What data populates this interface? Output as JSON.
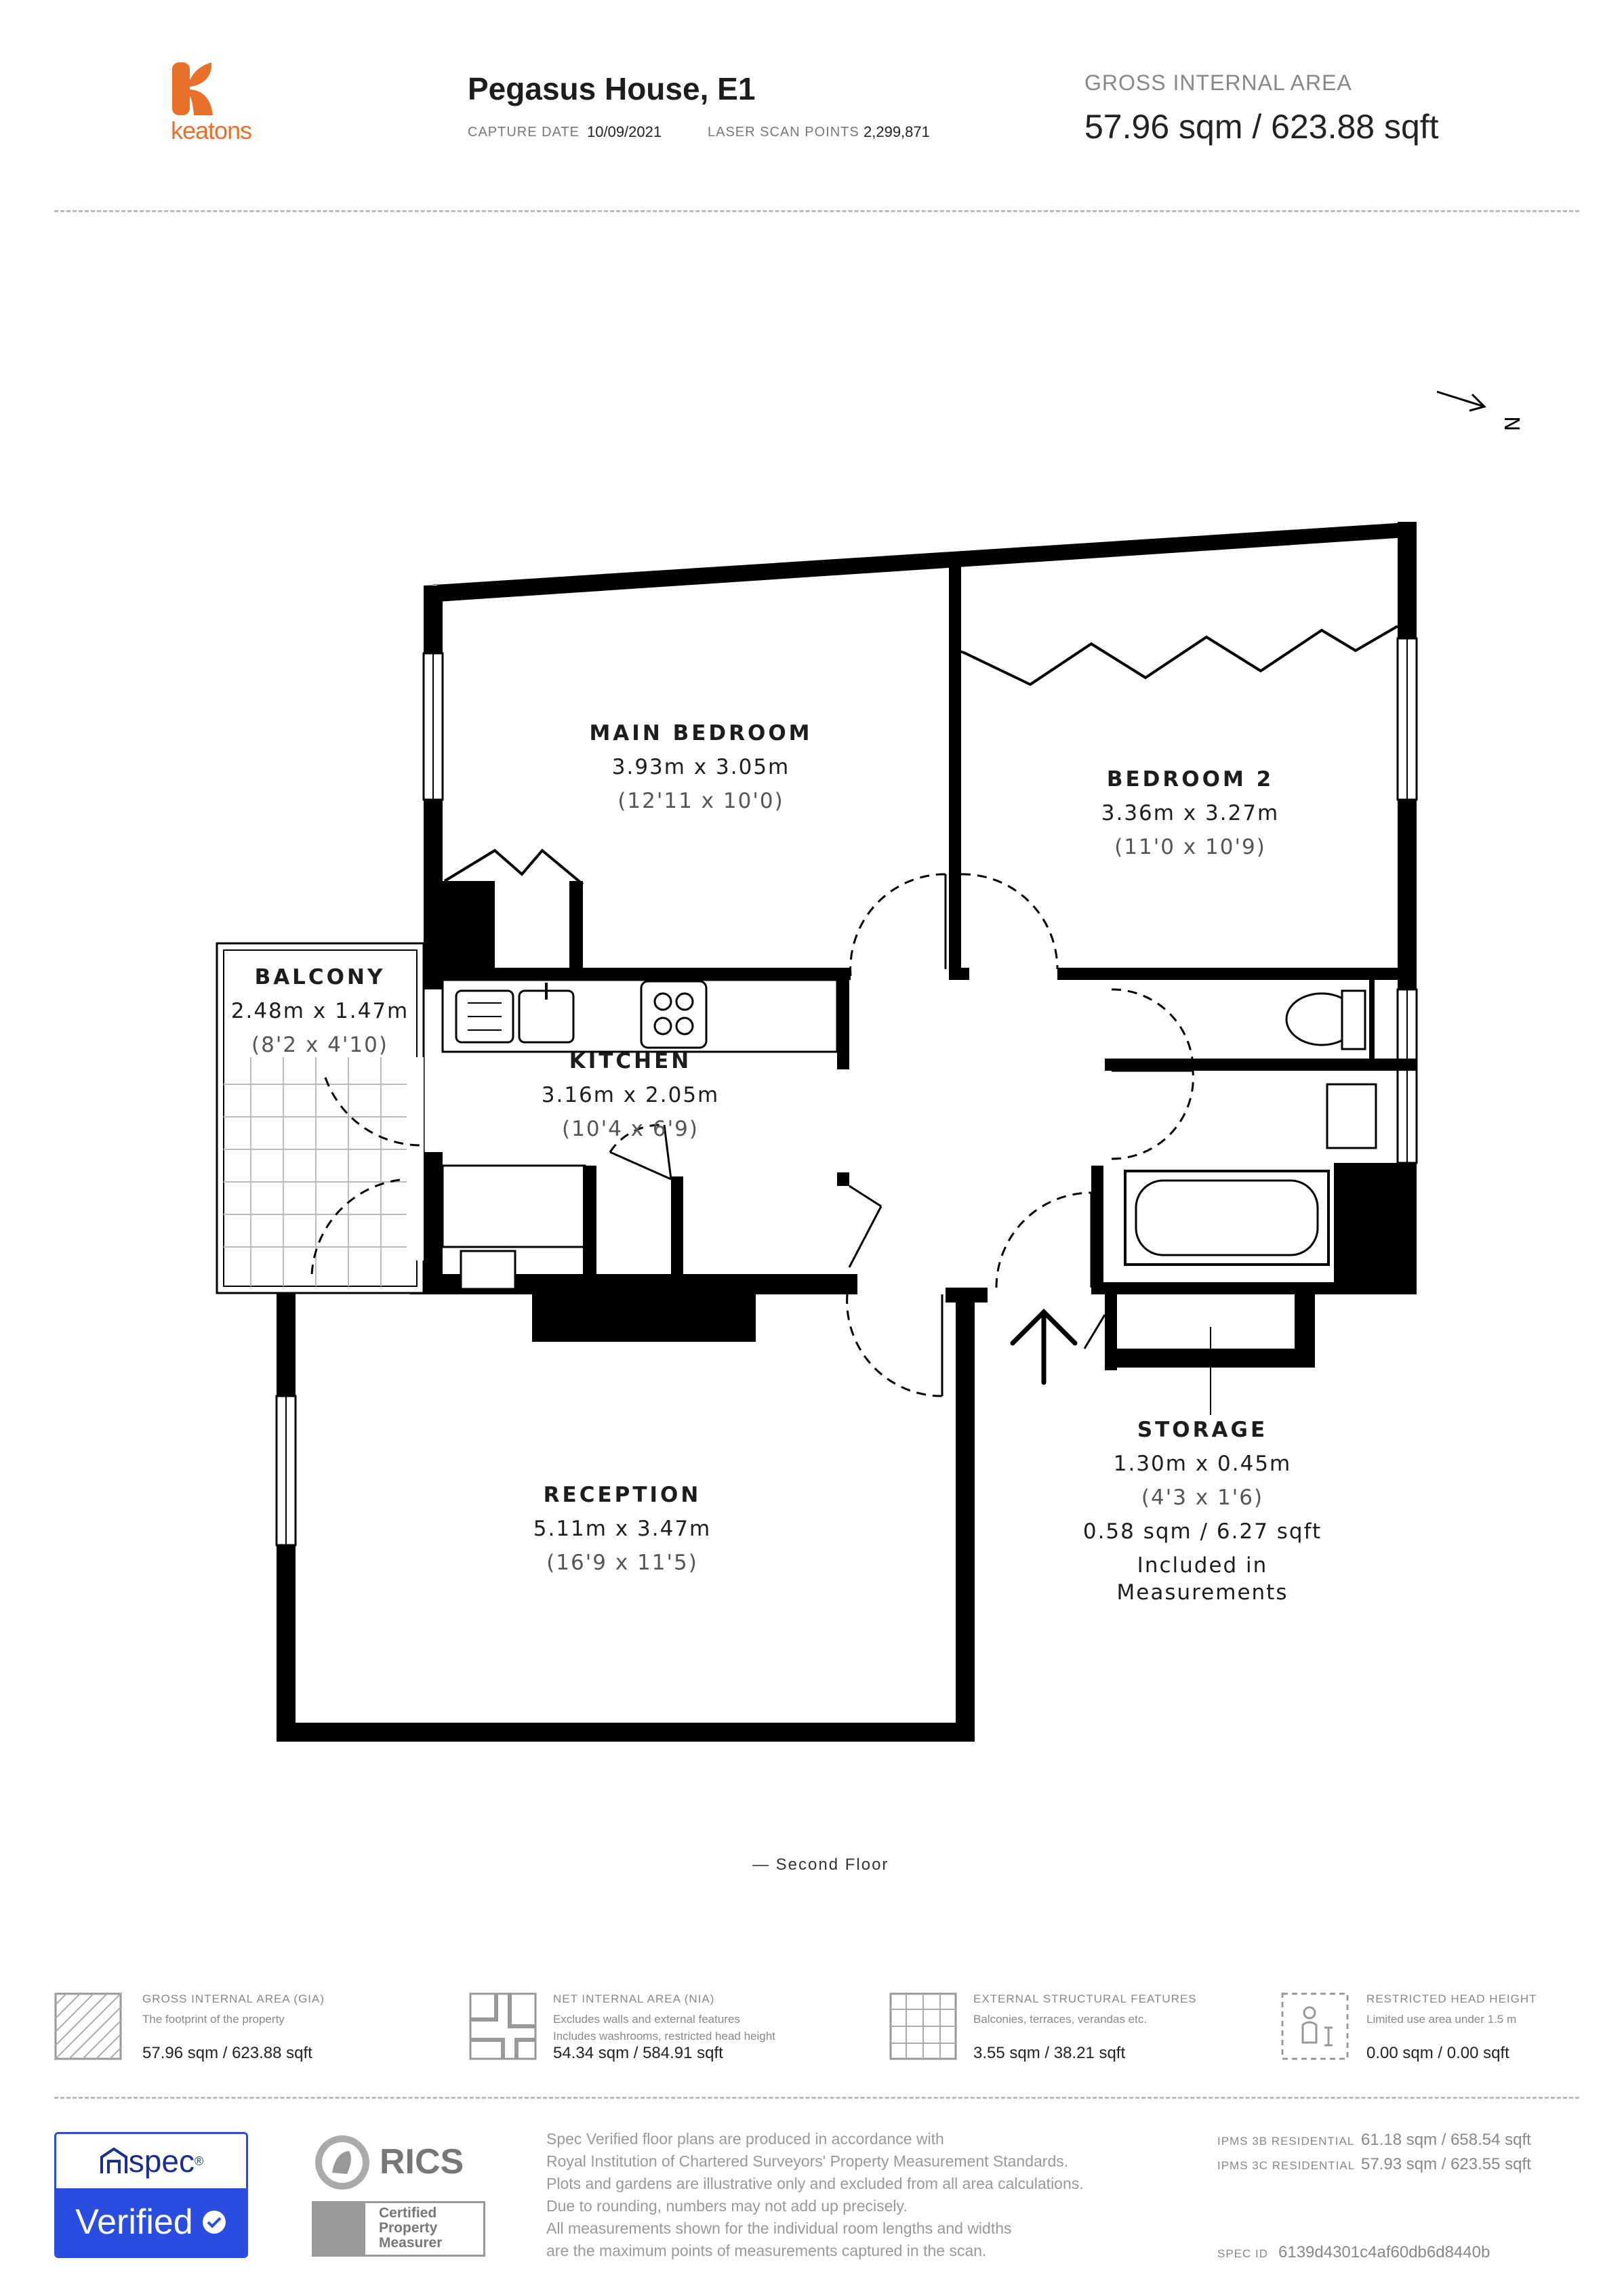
{
  "brand": {
    "name": "keatons",
    "color": "#e8702a"
  },
  "header": {
    "address": "Pegasus House, E1",
    "capture_date_label": "CAPTURE DATE",
    "capture_date": "10/09/2021",
    "laser_label": "LASER SCAN POINTS",
    "laser_points": "2,299,871",
    "gia_label": "GROSS INTERNAL AREA",
    "gia_value": "57.96 sqm / 623.88 sqft"
  },
  "north_label": "N",
  "rooms": {
    "main_bedroom": {
      "name": "MAIN BEDROOM",
      "dims": "3.93m x 3.05m",
      "imperial": "(12'11 x 10'0)"
    },
    "bedroom2": {
      "name": "BEDROOM 2",
      "dims": "3.36m x 3.27m",
      "imperial": "(11'0 x 10'9)"
    },
    "balcony": {
      "name": "BALCONY",
      "dims": "2.48m x 1.47m",
      "imperial": "(8'2 x 4'10)"
    },
    "kitchen": {
      "name": "KITCHEN",
      "dims": "3.16m x 2.05m",
      "imperial": "(10'4 x 6'9)"
    },
    "reception": {
      "name": "RECEPTION",
      "dims": "5.11m x 3.47m",
      "imperial": "(16'9 x 11'5)"
    },
    "storage": {
      "name": "STORAGE",
      "dims": "1.30m x 0.45m",
      "imperial": "(4'3 x 1'6)",
      "area": "0.58 sqm / 6.27 sqft",
      "note1": "Included in",
      "note2": "Measurements"
    }
  },
  "floor_label": "— Second Floor",
  "legend": [
    {
      "title": "GROSS INTERNAL AREA (GIA)",
      "desc1": "The footprint of the property",
      "desc2": "",
      "value": "57.96 sqm / 623.88 sqft",
      "icon": "gia-hatch-icon"
    },
    {
      "title": "NET INTERNAL AREA (NIA)",
      "desc1": "Excludes walls and external features",
      "desc2": "Includes washrooms, restricted head height",
      "value": "54.34 sqm / 584.91 sqft",
      "icon": "nia-plan-icon"
    },
    {
      "title": "EXTERNAL STRUCTURAL FEATURES",
      "desc1": "Balconies, terraces, verandas etc.",
      "desc2": "",
      "value": "3.55 sqm / 38.21 sqft",
      "icon": "grid-icon"
    },
    {
      "title": "RESTRICTED HEAD HEIGHT",
      "desc1": "Limited use area under 1.5 m",
      "desc2": "",
      "value": "0.00 sqm / 0.00 sqft",
      "icon": "person-icon"
    }
  ],
  "footer": {
    "spec_word": "spec",
    "spec_reg": "®",
    "verified": "Verified",
    "rics": "RICS",
    "cert_line1": "Certified",
    "cert_line2": "Property",
    "cert_line3": "Measurer",
    "disclaimer": [
      "Spec Verified floor plans are produced in accordance with",
      "Royal Institution of Chartered Surveyors' Property Measurement Standards.",
      "Plots and gardens are illustrative only and excluded from all area calculations.",
      "Due to rounding, numbers may not add up precisely.",
      "All measurements shown for the individual room lengths and widths",
      "are the maximum points of measurements captured in the scan."
    ],
    "ipms3b_label": "IPMS 3B RESIDENTIAL",
    "ipms3b_value": "61.18 sqm / 658.54 sqft",
    "ipms3c_label": "IPMS 3C RESIDENTIAL",
    "ipms3c_value": "57.93 sqm / 623.55 sqft",
    "specid_label": "SPEC ID",
    "specid_value": "6139d4301c4af60db6d8440b"
  },
  "colors": {
    "wall": "#000000",
    "accent": "#2a4de0",
    "muted": "#888888"
  }
}
